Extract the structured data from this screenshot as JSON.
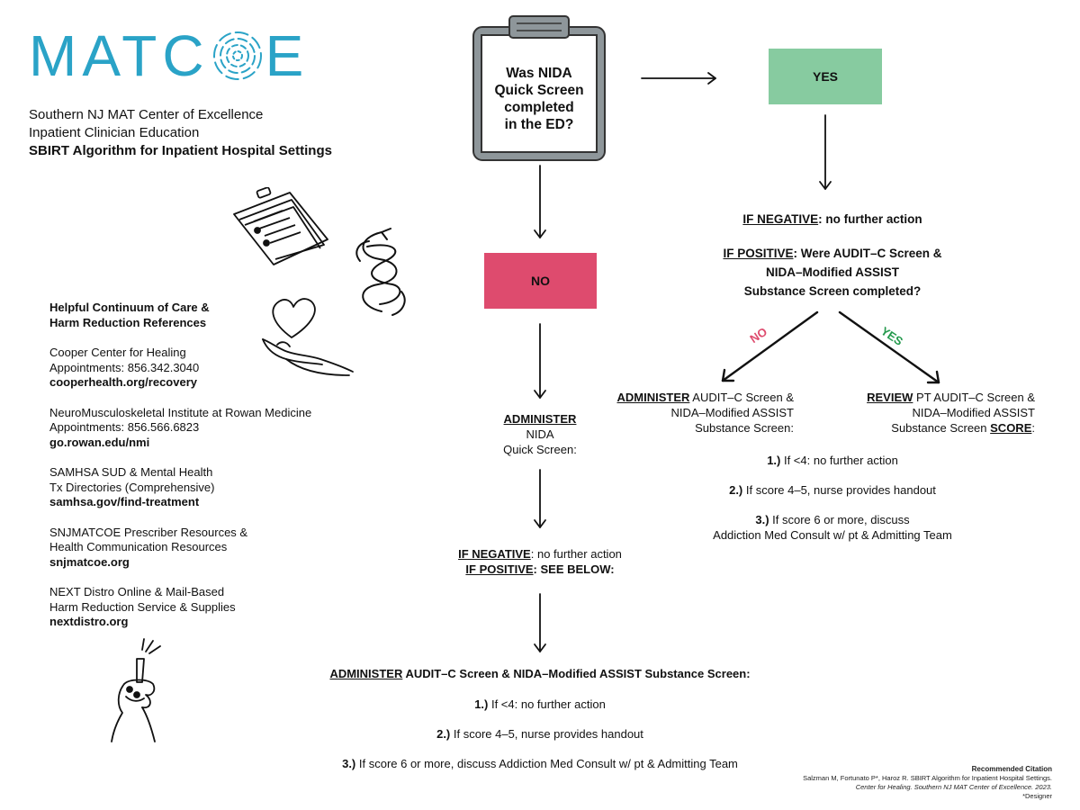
{
  "logo": {
    "left": "MATC",
    "right": "E",
    "color": "#2aa3c7"
  },
  "org": {
    "line1": "Southern NJ MAT Center of Excellence",
    "line2": "Inpatient Clinician Education",
    "title": "SBIRT Algorithm for Inpatient Hospital Settings"
  },
  "references": {
    "header1": "Helpful Continuum of Care &",
    "header2": "Harm Reduction References",
    "items": [
      {
        "l1": "Cooper Center for Healing",
        "l2": "Appointments: 856.342.3040",
        "url": "cooperhealth.org/recovery"
      },
      {
        "l1": "NeuroMusculoskeletal Institute at Rowan Medicine",
        "l2": "Appointments: 856.566.6823",
        "url": "go.rowan.edu/nmi"
      },
      {
        "l1": "SAMHSA SUD & Mental Health",
        "l2": "Tx Directories (Comprehensive)",
        "url": "samhsa.gov/find-treatment"
      },
      {
        "l1": "SNJMATCOE Prescriber Resources &",
        "l2": "Health Communication Resources",
        "url": "snjmatcoe.org"
      },
      {
        "l1": "NEXT Distro Online & Mail-Based",
        "l2": "Harm Reduction Service & Supplies",
        "url": "nextdistro.org"
      }
    ]
  },
  "flow": {
    "question": {
      "l1": "Was NIDA",
      "l2": "Quick Screen",
      "l3": "completed",
      "l4": "in the ED?"
    },
    "yes_label": "YES",
    "no_label": "NO",
    "colors": {
      "yes": "#87cba0",
      "no": "#de4b6e",
      "yes_text": "#23994c"
    },
    "yes_path": {
      "neg_u": "IF NEGATIVE",
      "neg_rest": ": no further action",
      "pos_u": "IF POSITIVE",
      "pos_rest": ": Were AUDIT–C Screen &",
      "pos_l2": "NIDA–Modified ASSIST",
      "pos_l3": "Substance Screen completed?",
      "branch_no": "NO",
      "branch_yes": "YES",
      "admin_u": "ADMINISTER",
      "admin_l1": " AUDIT–C Screen &",
      "admin_l2": "NIDA–Modified ASSIST",
      "admin_l3": "Substance Screen:",
      "review_u": "REVIEW",
      "review_l1": " PT AUDIT–C Screen &",
      "review_l2": "NIDA–Modified ASSIST",
      "review_l3": "Substance Screen ",
      "review_score": "SCORE",
      "review_colon": ":",
      "s1n": "1.)",
      "s1": " If <4: no further action",
      "s2n": "2.)",
      "s2": " If score 4–5, nurse provides handout",
      "s3n": "3.)",
      "s3": " If score 6 or more, discuss",
      "s3b": "Addiction Med Consult w/ pt & Admitting Team"
    },
    "no_path": {
      "admin_u": "ADMINISTER",
      "admin_l2": "NIDA",
      "admin_l3": "Quick Screen:",
      "neg_u": "IF NEGATIVE",
      "neg_rest": ": no further action",
      "pos_u": "IF POSITIVE",
      "pos_rest": ": SEE BELOW:"
    },
    "bottom": {
      "admin_u": "ADMINISTER",
      "admin_rest": " AUDIT–C Screen & NIDA–Modified ASSIST Substance Screen:",
      "s1n": "1.)",
      "s1": " If <4: no further action",
      "s2n": "2.)",
      "s2": " If score 4–5, nurse provides handout",
      "s3n": "3.)",
      "s3": " If score 6 or more, discuss Addiction Med Consult w/ pt & Admitting Team"
    }
  },
  "citation": {
    "title": "Recommended Citation",
    "l1": "Salzman M, Fortunato P*, Haroz R. SBIRT Algorithm for Inpatient Hospital Settings.",
    "l2": "Center for Healing. Southern NJ MAT Center of Excellence. 2023.",
    "l3": "*Designer"
  }
}
